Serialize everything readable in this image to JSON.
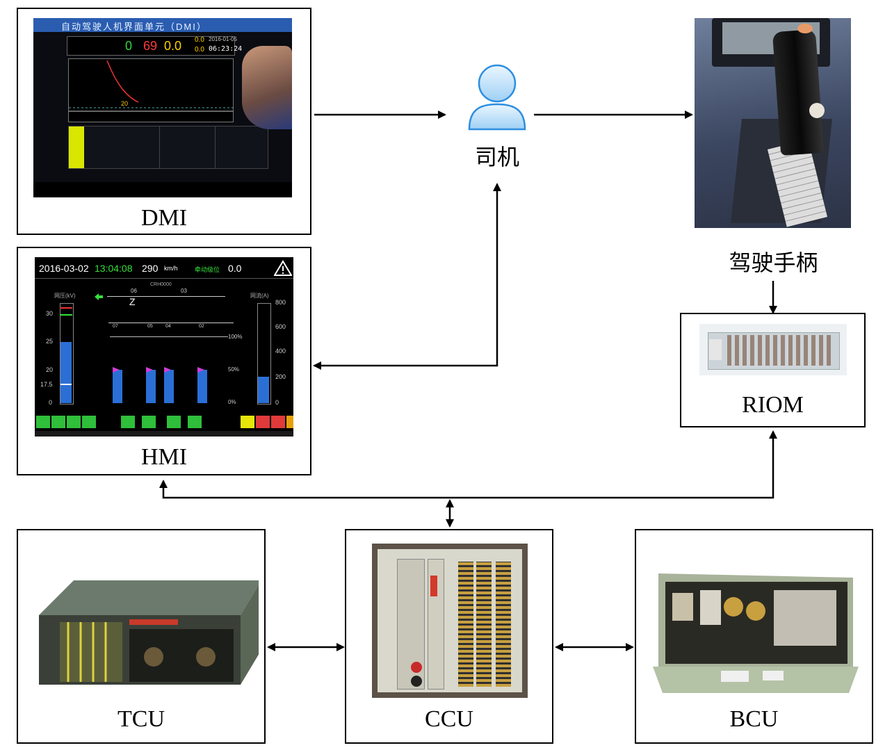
{
  "nodes": {
    "dmi": {
      "label": "DMI"
    },
    "hmi": {
      "label": "HMI"
    },
    "driver": {
      "label": "司机"
    },
    "handle": {
      "label": "驾驶手柄"
    },
    "riom": {
      "label": "RIOM"
    },
    "tcu": {
      "label": "TCU"
    },
    "ccu": {
      "label": "CCU"
    },
    "bcu": {
      "label": "BCU"
    }
  },
  "dmi_screen": {
    "banner": "自动驾驶人机界面单元（DMI）",
    "speed_target": "0",
    "speed_current": "69",
    "speed_limit": "0.0",
    "distance_a": "0.0",
    "distance_m": "0.0",
    "date": "2016-01-05",
    "time": "06:23:24",
    "curve_value": "20"
  },
  "hmi_screen": {
    "date": "2016-03-02",
    "time": "13:04:08",
    "speed": "290",
    "speed_unit": "km/h",
    "mode": "牵动级位",
    "level": "0.0",
    "train_id": "CRH0000",
    "voltage_label": "网压(kV)",
    "current_label": "网流(A)",
    "volt_ticks": [
      "30",
      "25",
      "20",
      "17.5",
      "0"
    ],
    "curr_ticks": [
      "800",
      "600",
      "400",
      "200",
      "0"
    ],
    "pct_ticks": [
      "100%",
      "50%",
      "0%"
    ],
    "car_top": [
      "06",
      "03"
    ],
    "car_mid": [
      "07",
      "05",
      "04",
      "02"
    ]
  },
  "colors": {
    "line": "#000000",
    "bar_blue": "#2b6fd6",
    "screen_bg": "#000000",
    "accent_green": "#2fbf3a",
    "magenta": "#d23cd2"
  }
}
